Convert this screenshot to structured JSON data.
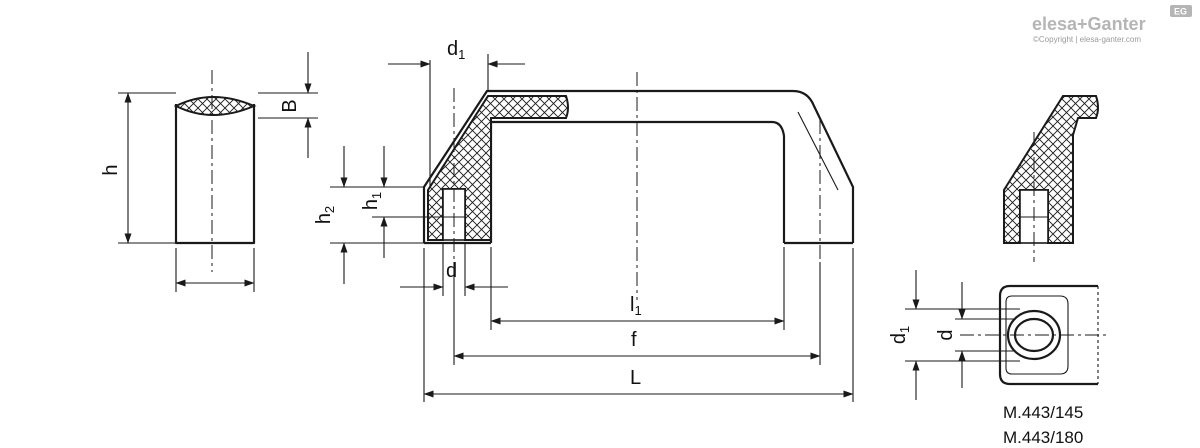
{
  "brand": {
    "name": "elesa+Ganter",
    "copyright": "©Copyright | elesa-ganter.com",
    "badge": "EG"
  },
  "dimensions": {
    "B": "B",
    "h": "h",
    "h1_main": "h",
    "h1_sub": "1",
    "h2_main": "h",
    "h2_sub": "2",
    "d": "d",
    "d1_main": "d",
    "d1_sub": "1",
    "l1_main": "l",
    "l1_sub": "1",
    "f": "f",
    "L": "L"
  },
  "models": [
    "M.443/145",
    "M.443/180"
  ]
}
